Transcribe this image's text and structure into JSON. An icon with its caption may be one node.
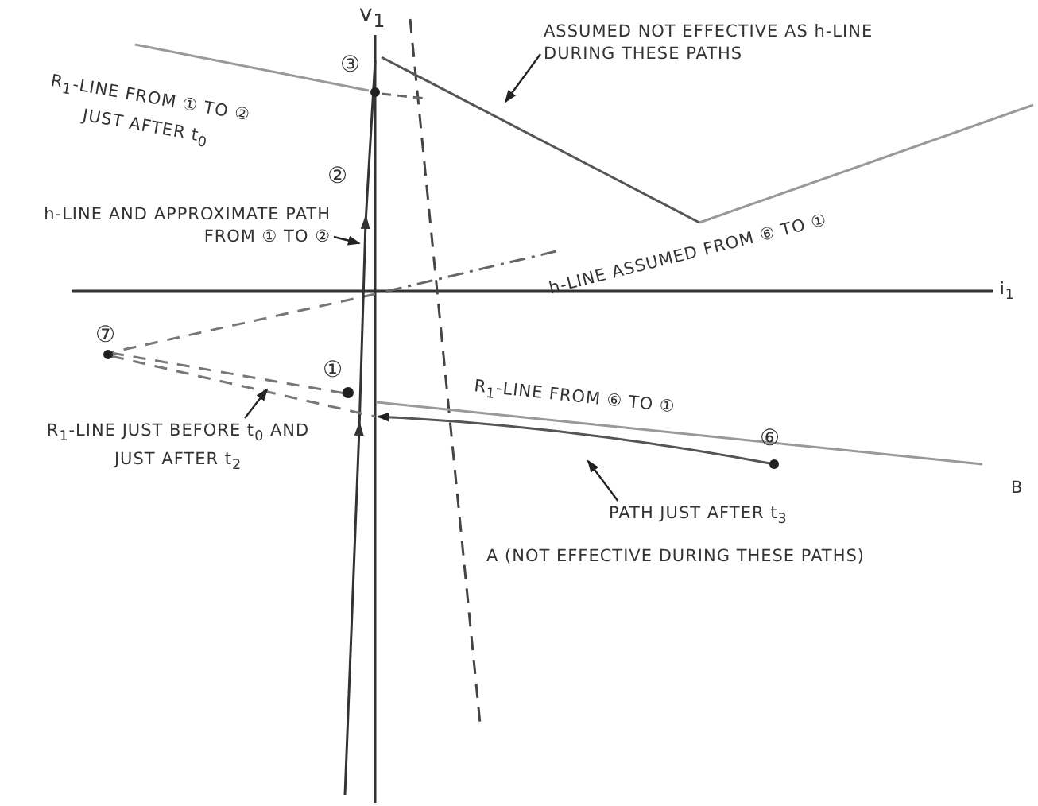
{
  "diagram": {
    "nodes": [
      {
        "text": [
          "ASSUMED NOT EFFECTIVE AS h-LINE DURING THESE PATHS"
        ]
      },
      {
        "text": [
          "h-LINE AND APPROXIMATE PATH FROM ① TO ②"
        ]
      },
      {
        "text": [
          "R$_{1}$-LINE JUST BEFORE t$_{0}$ AND JUST AFTER t$_{2}$"
        ]
      },
      {
        "text": [
          "PATH JUST AFTER t$_{3}$"
        ]
      }
    ],
    "edges": [
      {
        "from": 0,
        "to": null,
        "arrow": "to"
      },
      {
        "from": 1,
        "to": null,
        "arrow": "to"
      },
      {
        "from": 2,
        "to": null,
        "arrow": "to"
      },
      {
        "from": 3,
        "to": null,
        "arrow": "to"
      }
    ],
    "labels": [
      "v$_{1}$",
      "③",
      "R$_{1}$-LINE FROM ① TO ② JUST AFTER t$_{0}$",
      "②",
      "h-LINE ASSUMED FROM ⑥ TO ①",
      "i$_{1}$",
      "⑦",
      "①",
      "R$_{1}$-LINE FROM ⑥ TO ①",
      "⑥",
      "B",
      "A (NOT EFFECTIVE DURING THESE PATHS)"
    ]
  }
}
